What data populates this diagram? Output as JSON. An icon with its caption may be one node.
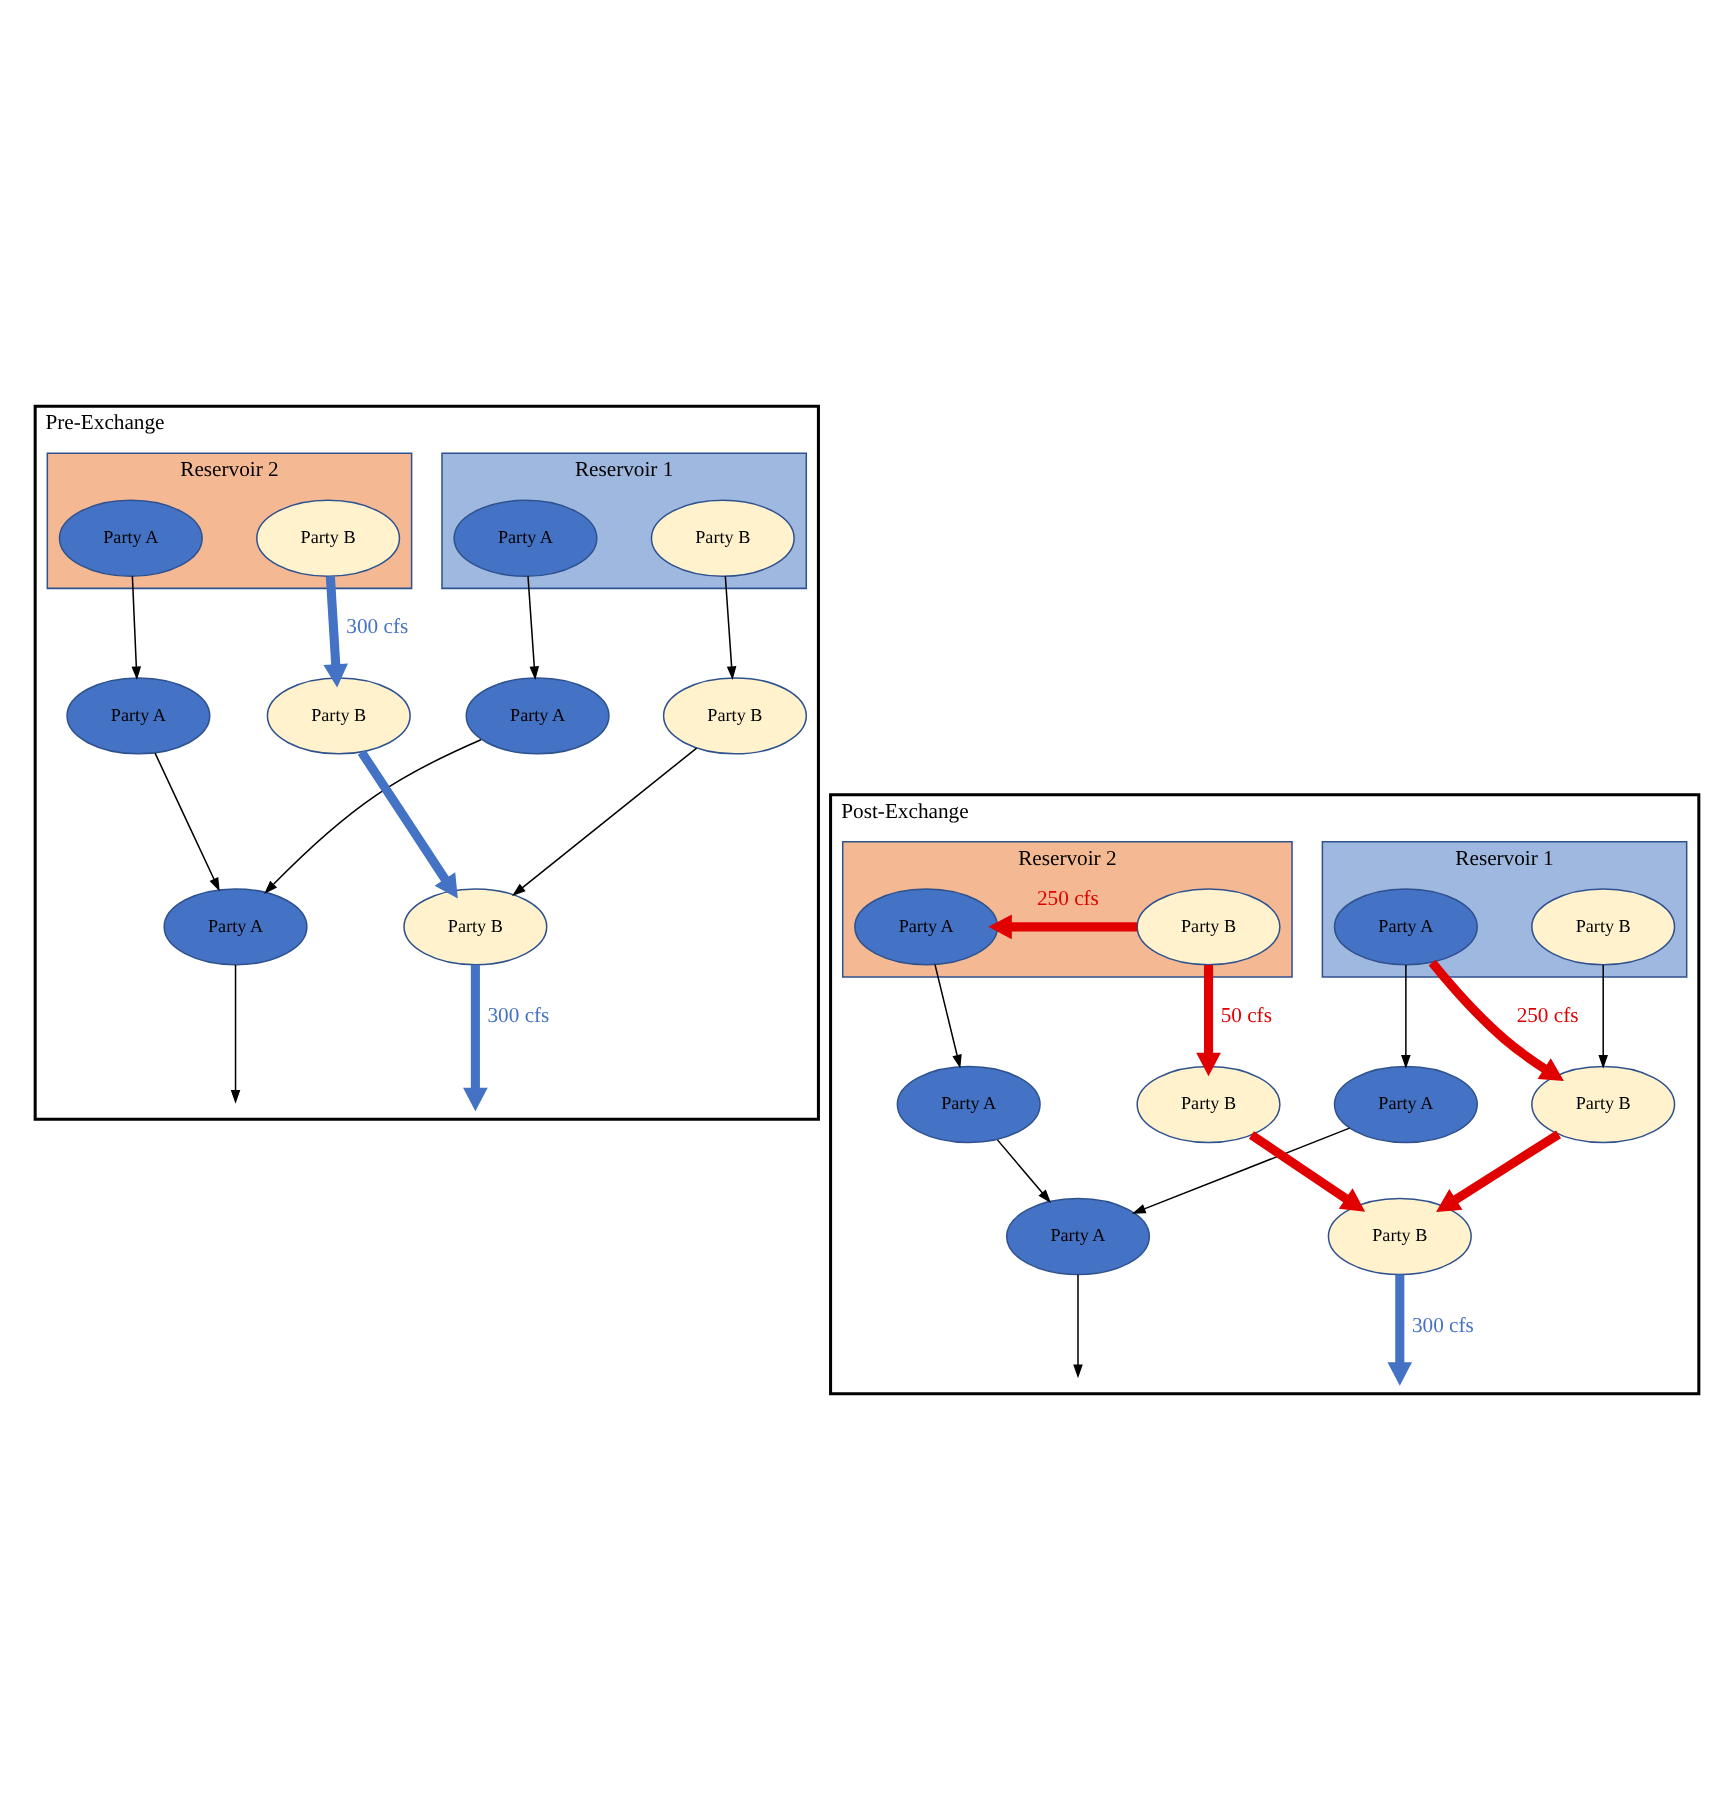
{
  "diagram": {
    "nodes": [
      {
        "text": [
          "Pre-Exchange"
        ]
      },
      {
        "text": [
          "Reservoir 1"
        ],
        "in": 0
      },
      {
        "text": [
          "Party A"
        ],
        "in": 1
      },
      {
        "text": [
          "Party B"
        ],
        "in": 1
      },
      {
        "text": [
          "Reservoir 2"
        ],
        "in": 0
      },
      {
        "text": [
          "Party A"
        ],
        "in": 4
      },
      {
        "text": [
          "Party B"
        ],
        "in": 4
      },
      {
        "text": [
          "Party A"
        ],
        "in": 0
      },
      {
        "text": [
          "Party B"
        ],
        "in": 0
      },
      {
        "text": [
          "Party A"
        ],
        "in": 0
      },
      {
        "text": [
          "Party B"
        ],
        "in": 0
      },
      {
        "text": [
          "Party A"
        ],
        "in": 0
      },
      {
        "text": [
          "Party B"
        ],
        "in": 0
      },
      {
        "text": [
          "Post-Exchange"
        ]
      },
      {
        "text": [
          "Reservoir 1"
        ],
        "in": 13
      },
      {
        "text": [
          "Party A"
        ],
        "in": 14
      },
      {
        "text": [
          "Party B"
        ],
        "in": 14
      },
      {
        "text": [
          "Reservoir 2"
        ],
        "in": 13
      },
      {
        "text": [
          "Party A"
        ],
        "in": 17
      },
      {
        "text": [
          "Party B"
        ],
        "in": 17
      },
      {
        "text": [
          "Party A"
        ],
        "in": 13
      },
      {
        "text": [
          "Party B"
        ],
        "in": 13
      },
      {
        "text": [
          "Party A"
        ],
        "in": 13
      },
      {
        "text": [
          "Party B"
        ],
        "in": 13
      },
      {
        "text": [
          "Party A"
        ],
        "in": 13
      },
      {
        "text": [
          "Party B"
        ],
        "in": 13
      }
    ],
    "edges": [
      {
        "from": 2,
        "to": 7,
        "arrow": "to"
      },
      {
        "from": 3,
        "to": 8,
        "arrow": "to"
      },
      {
        "from": 5,
        "to": 9,
        "arrow": "to"
      },
      {
        "from": 6,
        "to": 10,
        "arrow": "to",
        "label": "300 cfs",
        "style": "thick",
        "color": "#4472c4"
      },
      {
        "from": 7,
        "to": 11,
        "arrow": "to"
      },
      {
        "from": 8,
        "to": 12,
        "arrow": "to"
      },
      {
        "from": 9,
        "to": 11,
        "arrow": "to"
      },
      {
        "from": 10,
        "to": 12,
        "arrow": "to",
        "style": "thick",
        "color": "#4472c4"
      },
      {
        "from": 11,
        "to": null,
        "arrow": "to"
      },
      {
        "from": 12,
        "to": null,
        "arrow": "to",
        "label": "300 cfs",
        "style": "thick",
        "color": "#4472c4"
      },
      {
        "from": 15,
        "to": 20,
        "arrow": "to"
      },
      {
        "from": 16,
        "to": 21,
        "arrow": "to"
      },
      {
        "from": 15,
        "to": 21,
        "arrow": "to",
        "label": "250 cfs",
        "style": "thick",
        "color": "#e00000"
      },
      {
        "from": 18,
        "to": 22,
        "arrow": "to"
      },
      {
        "from": 19,
        "to": 18,
        "arrow": "to",
        "label": "250 cfs",
        "style": "thick",
        "color": "#e00000"
      },
      {
        "from": 19,
        "to": 23,
        "arrow": "to",
        "label": "50 cfs",
        "style": "thick",
        "color": "#e00000"
      },
      {
        "from": 20,
        "to": 24,
        "arrow": "to"
      },
      {
        "from": 21,
        "to": 25,
        "arrow": "to",
        "style": "thick",
        "color": "#e00000"
      },
      {
        "from": 22,
        "to": 24,
        "arrow": "to"
      },
      {
        "from": 23,
        "to": 25,
        "arrow": "to",
        "style": "thick",
        "color": "#e00000"
      },
      {
        "from": 24,
        "to": null,
        "arrow": "to"
      },
      {
        "from": 25,
        "to": null,
        "arrow": "to",
        "label": "300 cfs",
        "style": "thick",
        "color": "#4472c4"
      }
    ]
  }
}
